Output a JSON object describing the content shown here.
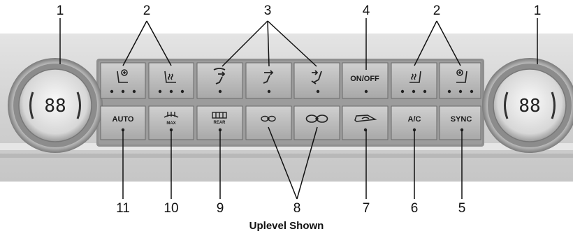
{
  "callouts": {
    "c1_left": "1",
    "c2_left": "2",
    "c3": "3",
    "c4": "4",
    "c2_right": "2",
    "c1_right": "1",
    "c11": "11",
    "c10": "10",
    "c9": "9",
    "c8": "8",
    "c7": "7",
    "c6": "6",
    "c5": "5"
  },
  "knobs": {
    "left_display": "88",
    "right_display": "88"
  },
  "buttons_top": [
    {
      "icon": "heated-seat-fan-icon",
      "label": ""
    },
    {
      "icon": "heated-seat-icon",
      "label": ""
    },
    {
      "icon": "defrost-airflow-icon",
      "label": ""
    },
    {
      "icon": "upper-airflow-icon",
      "label": ""
    },
    {
      "icon": "floor-airflow-icon",
      "label": ""
    },
    {
      "icon": "",
      "label": "ON/OFF"
    },
    {
      "icon": "heated-seat-icon",
      "label": ""
    },
    {
      "icon": "heated-seat-fan-icon",
      "label": ""
    }
  ],
  "buttons_bottom": [
    {
      "icon": "",
      "label": "AUTO"
    },
    {
      "icon": "max-defrost-icon",
      "label": "MAX"
    },
    {
      "icon": "rear-defrost-icon",
      "label": "REAR"
    },
    {
      "icon": "fan-low-icon",
      "label": ""
    },
    {
      "icon": "fan-high-icon",
      "label": ""
    },
    {
      "icon": "recirculation-icon",
      "label": ""
    },
    {
      "icon": "",
      "label": "A/C"
    },
    {
      "icon": "",
      "label": "SYNC"
    }
  ],
  "caption": "Uplevel Shown"
}
